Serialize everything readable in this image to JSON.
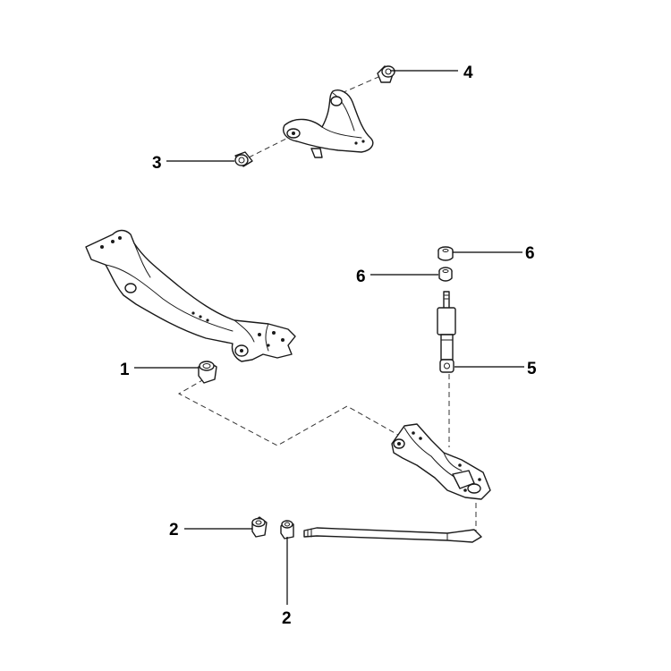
{
  "callouts": [
    {
      "id": "1",
      "label": "1"
    },
    {
      "id": "2a",
      "label": "2"
    },
    {
      "id": "2b",
      "label": "2"
    },
    {
      "id": "3",
      "label": "3"
    },
    {
      "id": "4",
      "label": "4"
    },
    {
      "id": "5",
      "label": "5"
    },
    {
      "id": "6a",
      "label": "6"
    },
    {
      "id": "6b",
      "label": "6"
    }
  ],
  "colors": {
    "line": "#1a1a1a",
    "background": "#ffffff"
  }
}
